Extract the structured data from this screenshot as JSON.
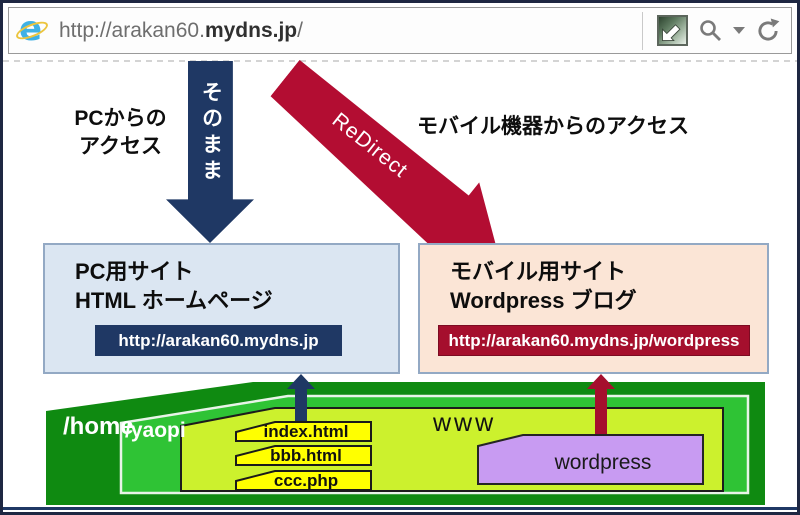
{
  "browser": {
    "url_prefix": "http://arakan60.",
    "url_domain_bold": "mydns.jp",
    "url_suffix": "/",
    "icons": {
      "browser_logo": "ie-logo",
      "page_preview": "page-preview-icon",
      "search": "search-icon",
      "search_dropdown": "chevron-down-icon",
      "refresh": "refresh-icon"
    }
  },
  "access": {
    "pc_label_line1": "PCからの",
    "pc_label_line2": "アクセス",
    "pc_arrow_text": "そのまま",
    "redirect_arrow_text": "ReDirect",
    "mobile_label": "モバイル機器からのアクセス"
  },
  "sites": {
    "pc": {
      "title": "PC用サイト",
      "subtitle": "HTML ホームページ",
      "url": "http://arakan60.mydns.jp"
    },
    "mobile": {
      "title": "モバイル用サイト",
      "subtitle": "Wordpress ブログ",
      "url": "http://arakan60.mydns.jp/wordpress"
    }
  },
  "filesystem": {
    "home": "/home",
    "user_dir": "/yaopi",
    "web_dir": "www",
    "files": [
      "index.html",
      "bbb.html",
      "ccc.php"
    ],
    "wordpress_dir": "wordpress"
  },
  "colors": {
    "navy": "#1f3864",
    "crimson": "#b30d32",
    "crimson_dark": "#a50f2d",
    "pc_box_bg": "#dbe6f2",
    "mobile_box_bg": "#fbe5d6",
    "box_border": "#93a9c4",
    "home_green": "#0f8a11",
    "yaopi_green": "#2fc335",
    "www_green": "#ccf12d",
    "file_yellow": "#ffff00",
    "wordpress_purple": "#c89bf2"
  }
}
